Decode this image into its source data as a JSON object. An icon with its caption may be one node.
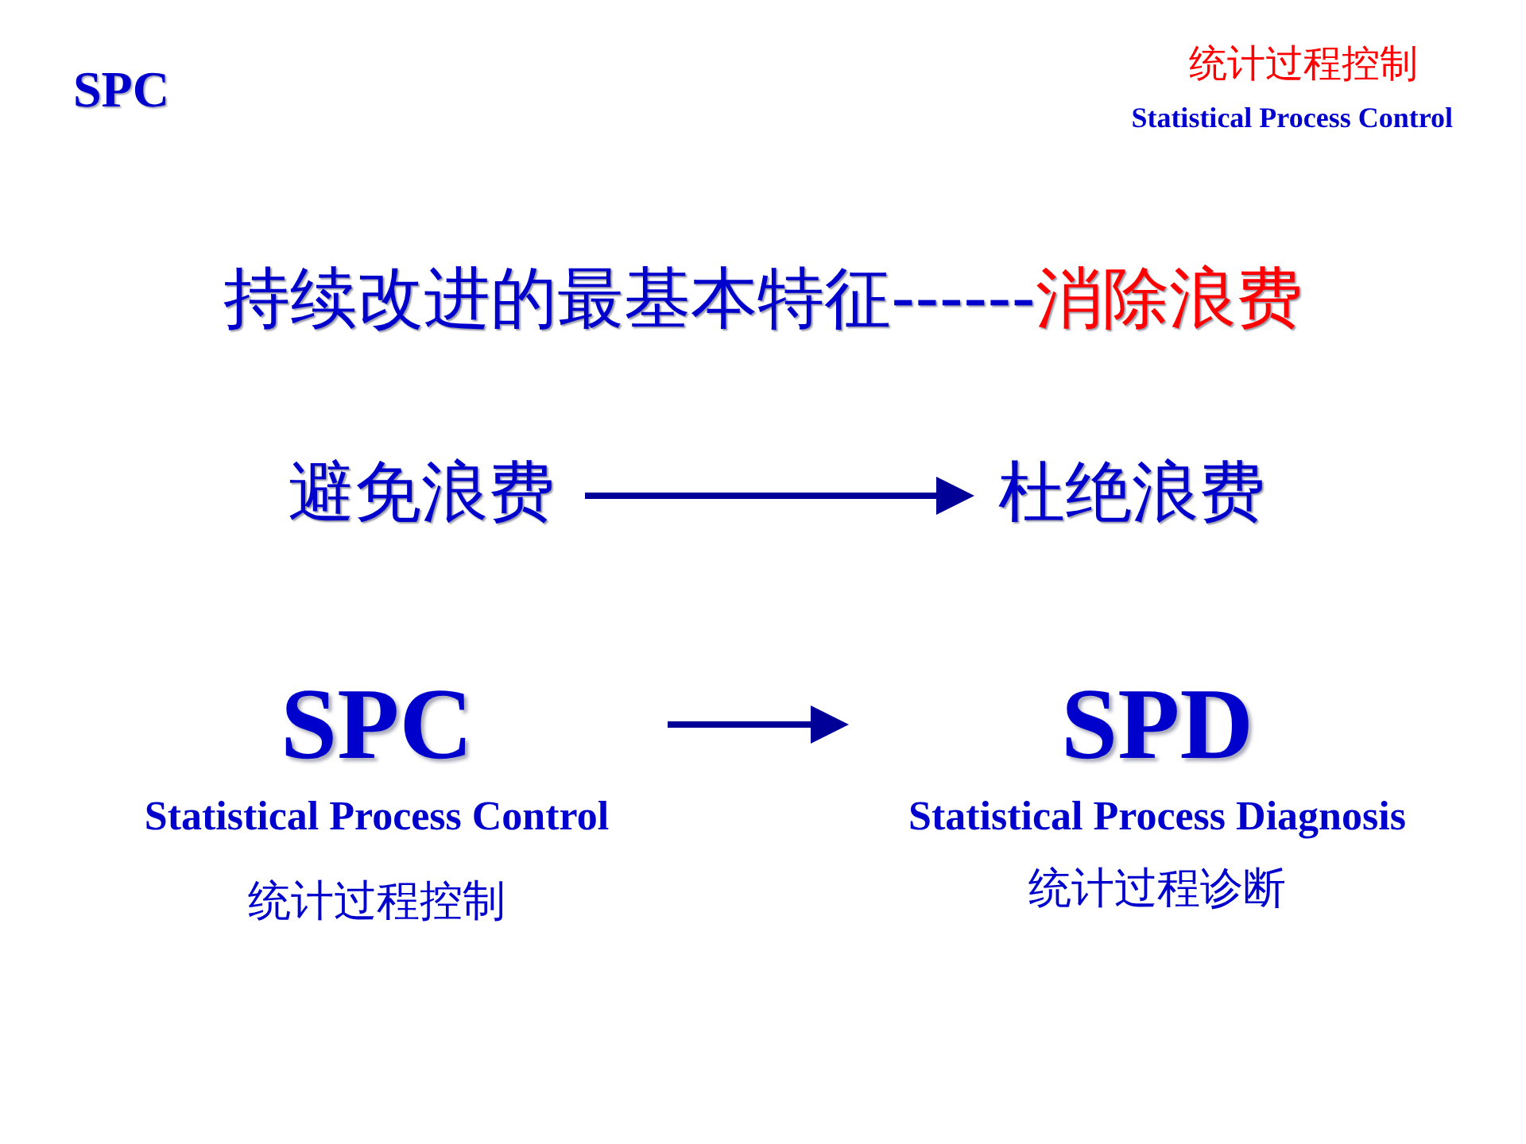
{
  "diagram": {
    "title": "持续改进的最基本特征------**消除浪费**",
    "nodes": [
      {
        "text": [
          "避免浪费"
        ]
      },
      {
        "text": [
          "杜绝浪费"
        ]
      },
      {
        "text": [
          "SPC",
          "Statistical Process Control",
          "统计过程控制"
        ]
      },
      {
        "text": [
          "SPD",
          "Statistical Process Diagnosis",
          "统计过程诊断"
        ]
      }
    ],
    "edges": [
      {
        "from": 0,
        "to": 1,
        "arrow": "to"
      },
      {
        "from": 2,
        "to": 3,
        "arrow": "to"
      }
    ],
    "labels": [
      "SPC",
      "统计过程控制",
      "Statistical Process Control"
    ]
  }
}
